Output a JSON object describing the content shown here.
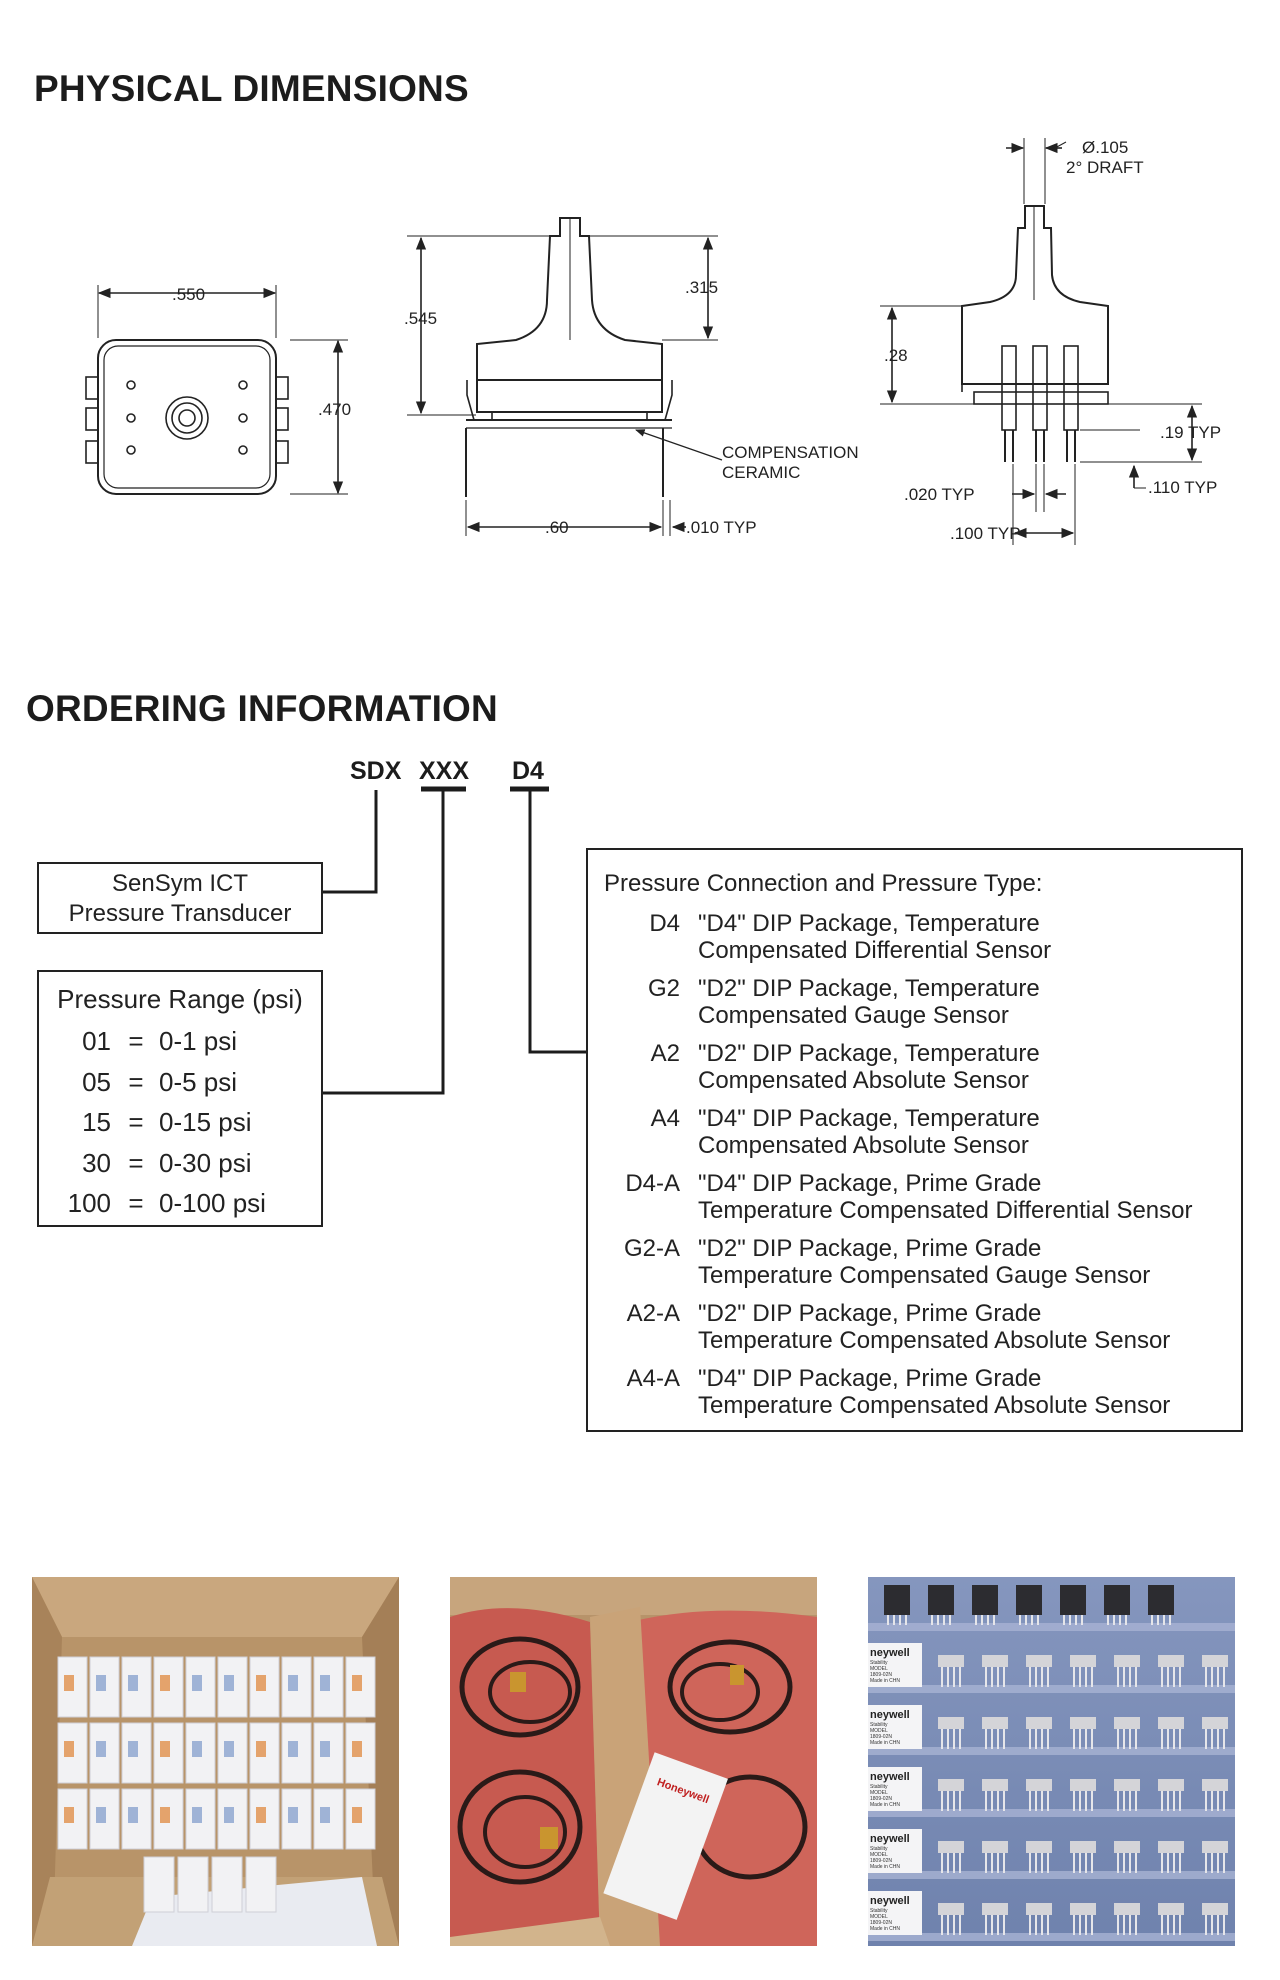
{
  "physical": {
    "heading": "PHYSICAL DIMENSIONS",
    "dims": {
      "w550": ".550",
      "h470": ".470",
      "h545": ".545",
      "h315": ".315",
      "w60": ".60",
      "t010": ".010 TYP",
      "comp1": "COMPENSATION",
      "comp2": "CERAMIC",
      "dia": "Ø.105",
      "draft": "2° DRAFT",
      "h28": ".28",
      "t19": ".19 TYP",
      "t110": ".110 TYP",
      "t020": ".020 TYP",
      "t100": ".100 TYP"
    }
  },
  "ordering": {
    "heading": "ORDERING INFORMATION",
    "code": {
      "part1": "SDX",
      "part2": "XXX",
      "part3": "D4"
    },
    "sensym": {
      "line1": "SenSym ICT",
      "line2": "Pressure Transducer"
    },
    "range": {
      "title": "Pressure Range (psi)",
      "eq": "=",
      "rows": [
        {
          "code": "01",
          "value": "0-1 psi"
        },
        {
          "code": "05",
          "value": "0-5 psi"
        },
        {
          "code": "15",
          "value": "0-15 psi"
        },
        {
          "code": "30",
          "value": "0-30 psi"
        },
        {
          "code": "100",
          "value": "0-100 psi"
        }
      ]
    },
    "connection": {
      "title": "Pressure Connection and Pressure Type:",
      "items": [
        {
          "code": "D4",
          "line1": "\"D4\" DIP Package, Temperature",
          "line2": "Compensated Differential Sensor"
        },
        {
          "code": "G2",
          "line1": "\"D2\" DIP Package, Temperature",
          "line2": "Compensated Gauge Sensor"
        },
        {
          "code": "A2",
          "line1": "\"D2\" DIP Package, Temperature",
          "line2": "Compensated Absolute Sensor"
        },
        {
          "code": "A4",
          "line1": "\"D4\" DIP Package, Temperature",
          "line2": "Compensated Absolute Sensor"
        },
        {
          "code": "D4-A",
          "line1": "\"D4\" DIP Package, Prime Grade",
          "line2": "Temperature Compensated Differential Sensor"
        },
        {
          "code": "G2-A",
          "line1": "\"D2\" DIP Package, Prime Grade",
          "line2": "Temperature Compensated Gauge Sensor"
        },
        {
          "code": "A2-A",
          "line1": "\"D2\" DIP Package, Prime Grade",
          "line2": "Temperature Compensated Absolute Sensor"
        },
        {
          "code": "A4-A",
          "line1": "\"D4\" DIP Package, Prime Grade",
          "line2": "Temperature Compensated Absolute Sensor"
        }
      ]
    }
  },
  "photos": {
    "label_brand": "Honeywell",
    "label_brand_short": "neywell",
    "label_lines": [
      "Stability",
      "MODEL",
      "1809-02N",
      "Made in CHN"
    ]
  },
  "colors": {
    "ink": "#1c1c1c",
    "cardboard": "#c9a77e",
    "pink_wrap": "#d9685e",
    "tray_blue": "#7a8db7"
  }
}
